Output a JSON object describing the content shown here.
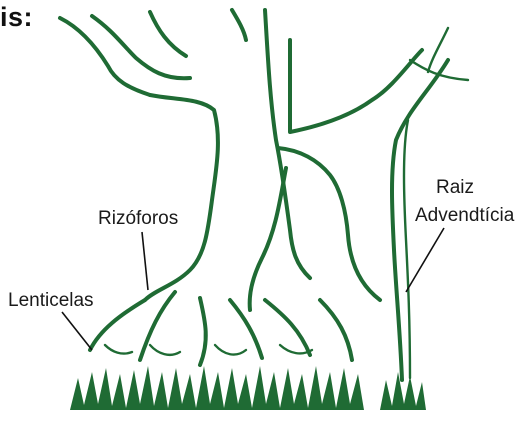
{
  "header": {
    "partial_text": "is:"
  },
  "labels": {
    "rizoforos": "Rizóforos",
    "lenticelas": "Lenticelas",
    "raiz_line1": "Raiz",
    "raiz_line2": "Advendtícia"
  },
  "colors": {
    "plant": "#1f6b34",
    "text": "#1a1a1a",
    "background": "#ffffff"
  }
}
